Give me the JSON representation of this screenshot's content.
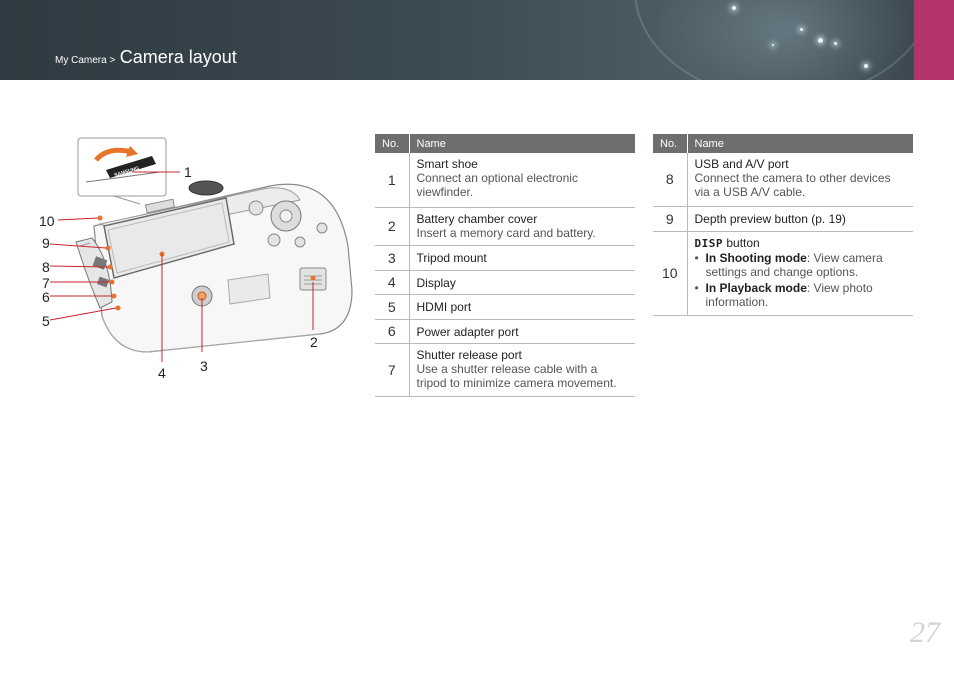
{
  "header": {
    "breadcrumb_parent": "My Camera >",
    "breadcrumb_title": "Camera layout",
    "accent_color": "#b5336b"
  },
  "figure": {
    "brand": "SAMSUNG",
    "callouts": [
      "1",
      "2",
      "3",
      "4",
      "5",
      "6",
      "7",
      "8",
      "9",
      "10"
    ]
  },
  "table_left": {
    "headers": [
      "No.",
      "Name"
    ],
    "rows": [
      {
        "no": "1",
        "name": "Smart shoe",
        "desc": "Connect an optional electronic viewfinder."
      },
      {
        "no": "2",
        "name": "Battery chamber cover",
        "desc": "Insert a memory card and battery."
      },
      {
        "no": "3",
        "name": "Tripod mount",
        "desc": ""
      },
      {
        "no": "4",
        "name": "Display",
        "desc": ""
      },
      {
        "no": "5",
        "name": "HDMI port",
        "desc": ""
      },
      {
        "no": "6",
        "name": "Power adapter port",
        "desc": ""
      },
      {
        "no": "7",
        "name": "Shutter release port",
        "desc": "Use a shutter release cable with a tripod to minimize camera movement."
      }
    ]
  },
  "table_right": {
    "headers": [
      "No.",
      "Name"
    ],
    "rows": [
      {
        "no": "8",
        "name": "USB and A/V port",
        "desc": "Connect the camera to other devices via a USB A/V cable."
      },
      {
        "no": "9",
        "name": "Depth preview button (p. 19)",
        "desc": ""
      },
      {
        "no": "10",
        "icon_text": "DISP",
        "name": "button",
        "bullets": [
          {
            "mode": "In Shooting mode",
            "text": ": View camera settings and change options."
          },
          {
            "mode": "In Playback mode",
            "text": ": View photo information."
          }
        ]
      }
    ]
  },
  "page_number": "27"
}
